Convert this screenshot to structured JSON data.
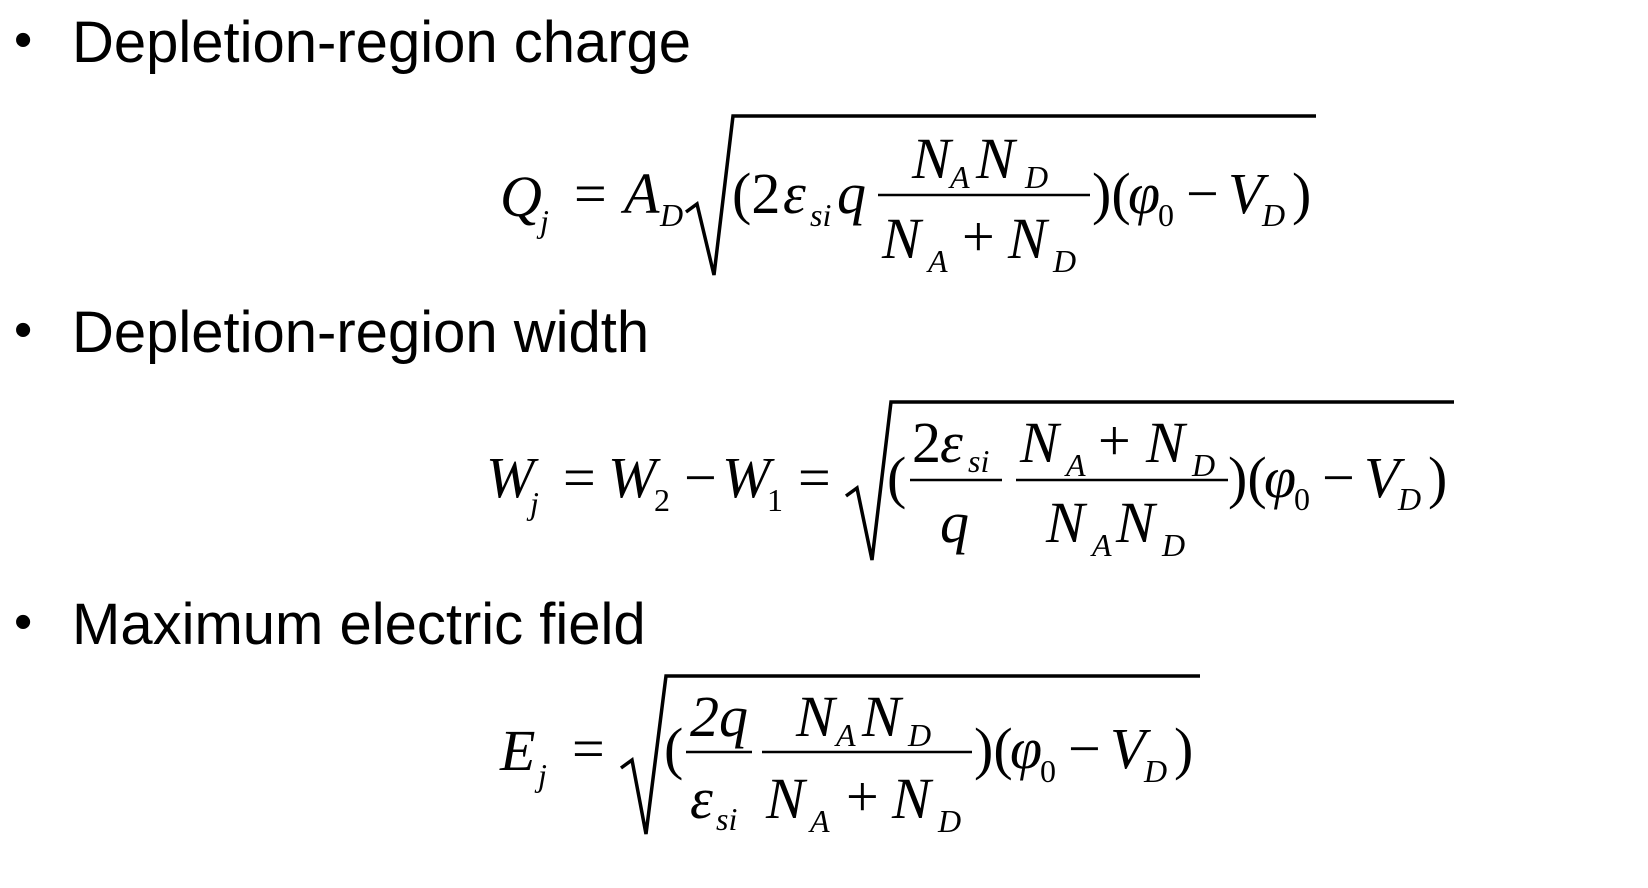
{
  "bullets": [
    {
      "label": "Depletion-region charge"
    },
    {
      "label": "Depletion-region width"
    },
    {
      "label": "Maximum electric field"
    }
  ],
  "equations": {
    "charge": {
      "Q": "Q",
      "j": "j",
      "eq": "=",
      "A": "A",
      "D": "D",
      "open": "(2",
      "eps": "ε",
      "si": "si",
      "q": "q",
      "num_N1": "N",
      "num_A": "A",
      "num_N2": "N",
      "num_D": "D",
      "den_N1": "N",
      "den_A": "A",
      "den_plus": "+",
      "den_N2": "N",
      "den_D": "D",
      "close": ")(",
      "phi": "φ",
      "zero": "0",
      "minus": "−",
      "V": "V",
      "VD": "D",
      "end": ")"
    },
    "width": {
      "W": "W",
      "j": "j",
      "eq1": "=",
      "W2": "W",
      "two": "2",
      "minus1": "−",
      "W1": "W",
      "one": "1",
      "eq2": "=",
      "open": "(",
      "f1_num_2": "2",
      "f1_num_eps": "ε",
      "f1_num_si": "si",
      "f1_den_q": "q",
      "f2_num_N1": "N",
      "f2_num_A": "A",
      "f2_num_plus": "+",
      "f2_num_N2": "N",
      "f2_num_D": "D",
      "f2_den_N1": "N",
      "f2_den_A": "A",
      "f2_den_N2": "N",
      "f2_den_D": "D",
      "close": ")(",
      "phi": "φ",
      "zero": "0",
      "minus": "−",
      "V": "V",
      "VD": "D",
      "end": ")"
    },
    "field": {
      "E": "E",
      "j": "j",
      "eq": "=",
      "open": "(",
      "f1_num": "2q",
      "f1_den_eps": "ε",
      "f1_den_si": "si",
      "f2_num_N1": "N",
      "f2_num_A": "A",
      "f2_num_N2": "N",
      "f2_num_D": "D",
      "f2_den_N1": "N",
      "f2_den_A": "A",
      "f2_den_plus": "+",
      "f2_den_N2": "N",
      "f2_den_D": "D",
      "close": ")(",
      "phi": "φ",
      "zero": "0",
      "minus": "−",
      "V": "V",
      "VD": "D",
      "end": ")"
    }
  }
}
